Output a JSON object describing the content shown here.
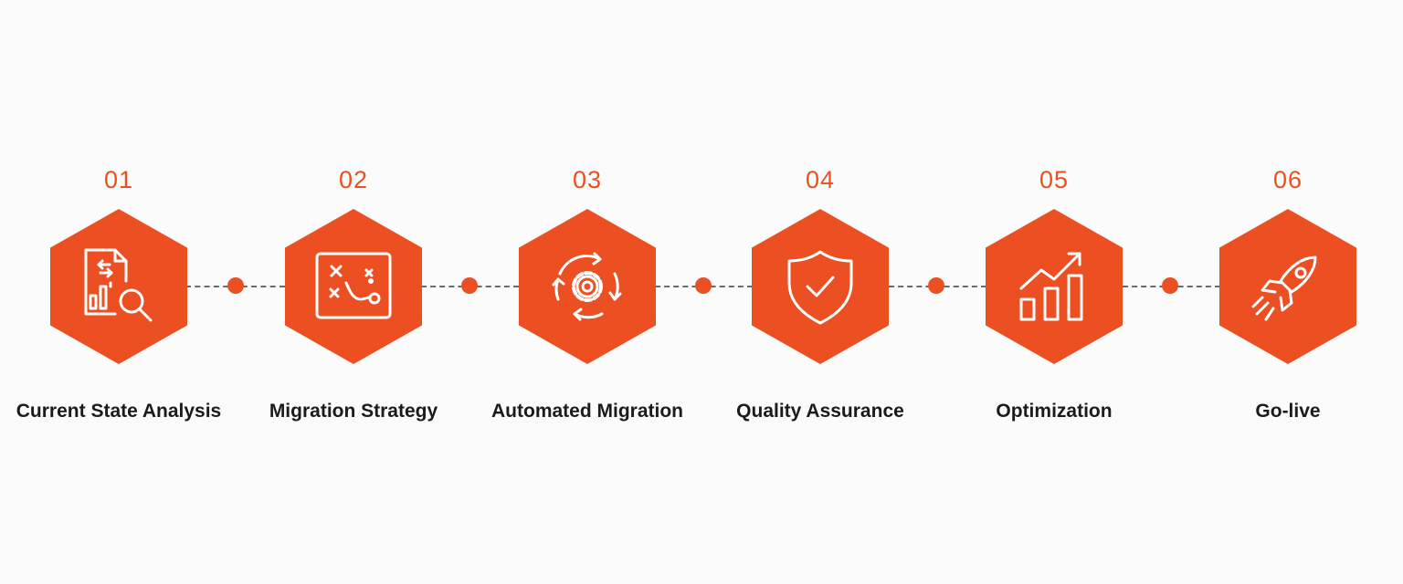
{
  "steps": [
    {
      "number": "01",
      "label": "Current State Analysis",
      "icon": "document-analysis-icon"
    },
    {
      "number": "02",
      "label": "Migration Strategy",
      "icon": "strategy-board-icon"
    },
    {
      "number": "03",
      "label": "Automated Migration",
      "icon": "gear-cycle-icon"
    },
    {
      "number": "04",
      "label": "Quality Assurance",
      "icon": "shield-check-icon"
    },
    {
      "number": "05",
      "label": "Optimization",
      "icon": "growth-chart-icon"
    },
    {
      "number": "06",
      "label": "Go-live",
      "icon": "rocket-icon"
    }
  ],
  "colors": {
    "accent": "#eb4f22",
    "label_text": "#1b1b1b",
    "connector": "#6b6b6b",
    "background": "#fbfbfb"
  }
}
